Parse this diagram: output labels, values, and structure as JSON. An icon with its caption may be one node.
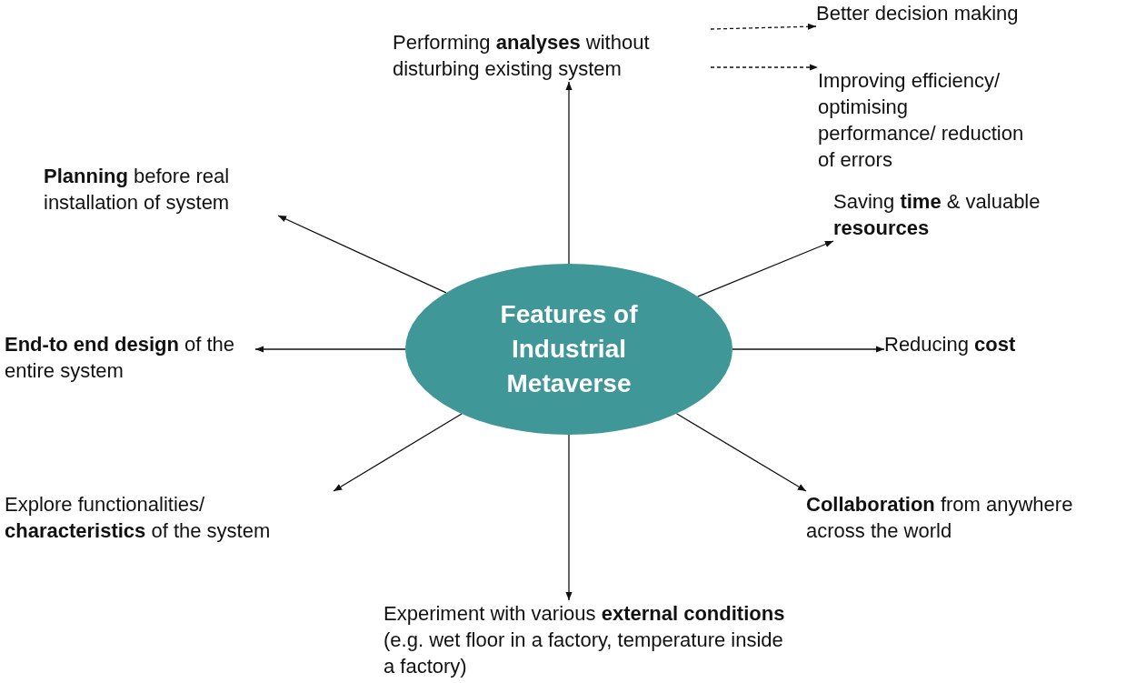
{
  "diagram": {
    "nodes": [
      {
        "text": [
          "Features of Industrial Metaverse"
        ]
      },
      {
        "text": [
          "Performing **analyses** without disturbing existing system"
        ]
      },
      {
        "text": [
          "Better decision making"
        ]
      },
      {
        "text": [
          "Improving efficiency/ optimising performance/ reduction of errors"
        ]
      },
      {
        "text": [
          "**Planning** before real installation of system"
        ]
      },
      {
        "text": [
          "Saving **time** & valuable **resources**"
        ]
      },
      {
        "text": [
          "**End-to end design** of the entire system"
        ]
      },
      {
        "text": [
          "Reducing **cost**"
        ]
      },
      {
        "text": [
          "Explore functionalities/ **characteristics** of the system"
        ]
      },
      {
        "text": [
          "**Collaboration** from anywhere across the world"
        ]
      },
      {
        "text": [
          "Experiment with various **external conditions** (e.g. wet floor in a factory, temperature inside a factory)"
        ]
      }
    ],
    "edges": [
      {
        "from": 0,
        "to": 1,
        "arrow": "to"
      },
      {
        "from": 1,
        "to": 2,
        "arrow": "to",
        "style": "dashed"
      },
      {
        "from": 1,
        "to": 3,
        "arrow": "to",
        "style": "dashed"
      },
      {
        "from": 0,
        "to": 4,
        "arrow": "to"
      },
      {
        "from": 0,
        "to": 5,
        "arrow": "to"
      },
      {
        "from": 0,
        "to": 6,
        "arrow": "to"
      },
      {
        "from": 0,
        "to": 7,
        "arrow": "to"
      },
      {
        "from": 0,
        "to": 8,
        "arrow": "to"
      },
      {
        "from": 0,
        "to": 9,
        "arrow": "to"
      },
      {
        "from": 0,
        "to": 10,
        "arrow": "to"
      }
    ]
  }
}
